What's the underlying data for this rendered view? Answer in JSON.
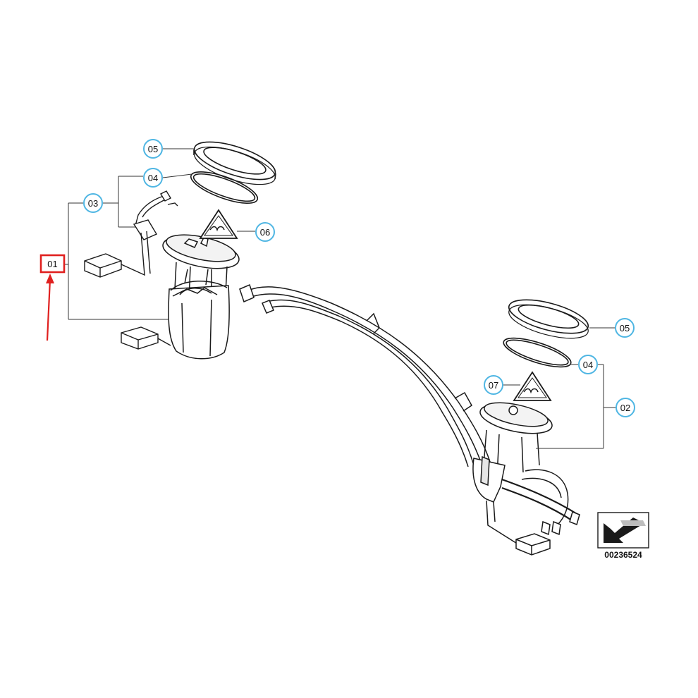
{
  "callouts": {
    "c01": "01",
    "c02": "02",
    "c03": "03",
    "c04_left": "04",
    "c04_right": "04",
    "c05_left": "05",
    "c05_right": "05",
    "c06": "06",
    "c07": "07"
  },
  "diagram_number": "00236524",
  "colors": {
    "line": "#1a1a1a",
    "callout_ring": "#4fb6e3",
    "highlight": "#e0201f",
    "part_fill": "#ffffff",
    "part_shade": "#e6e6e6"
  },
  "icons": {
    "warning": "warning-triangle-icon",
    "view_direction": "view-arrow-icon"
  }
}
